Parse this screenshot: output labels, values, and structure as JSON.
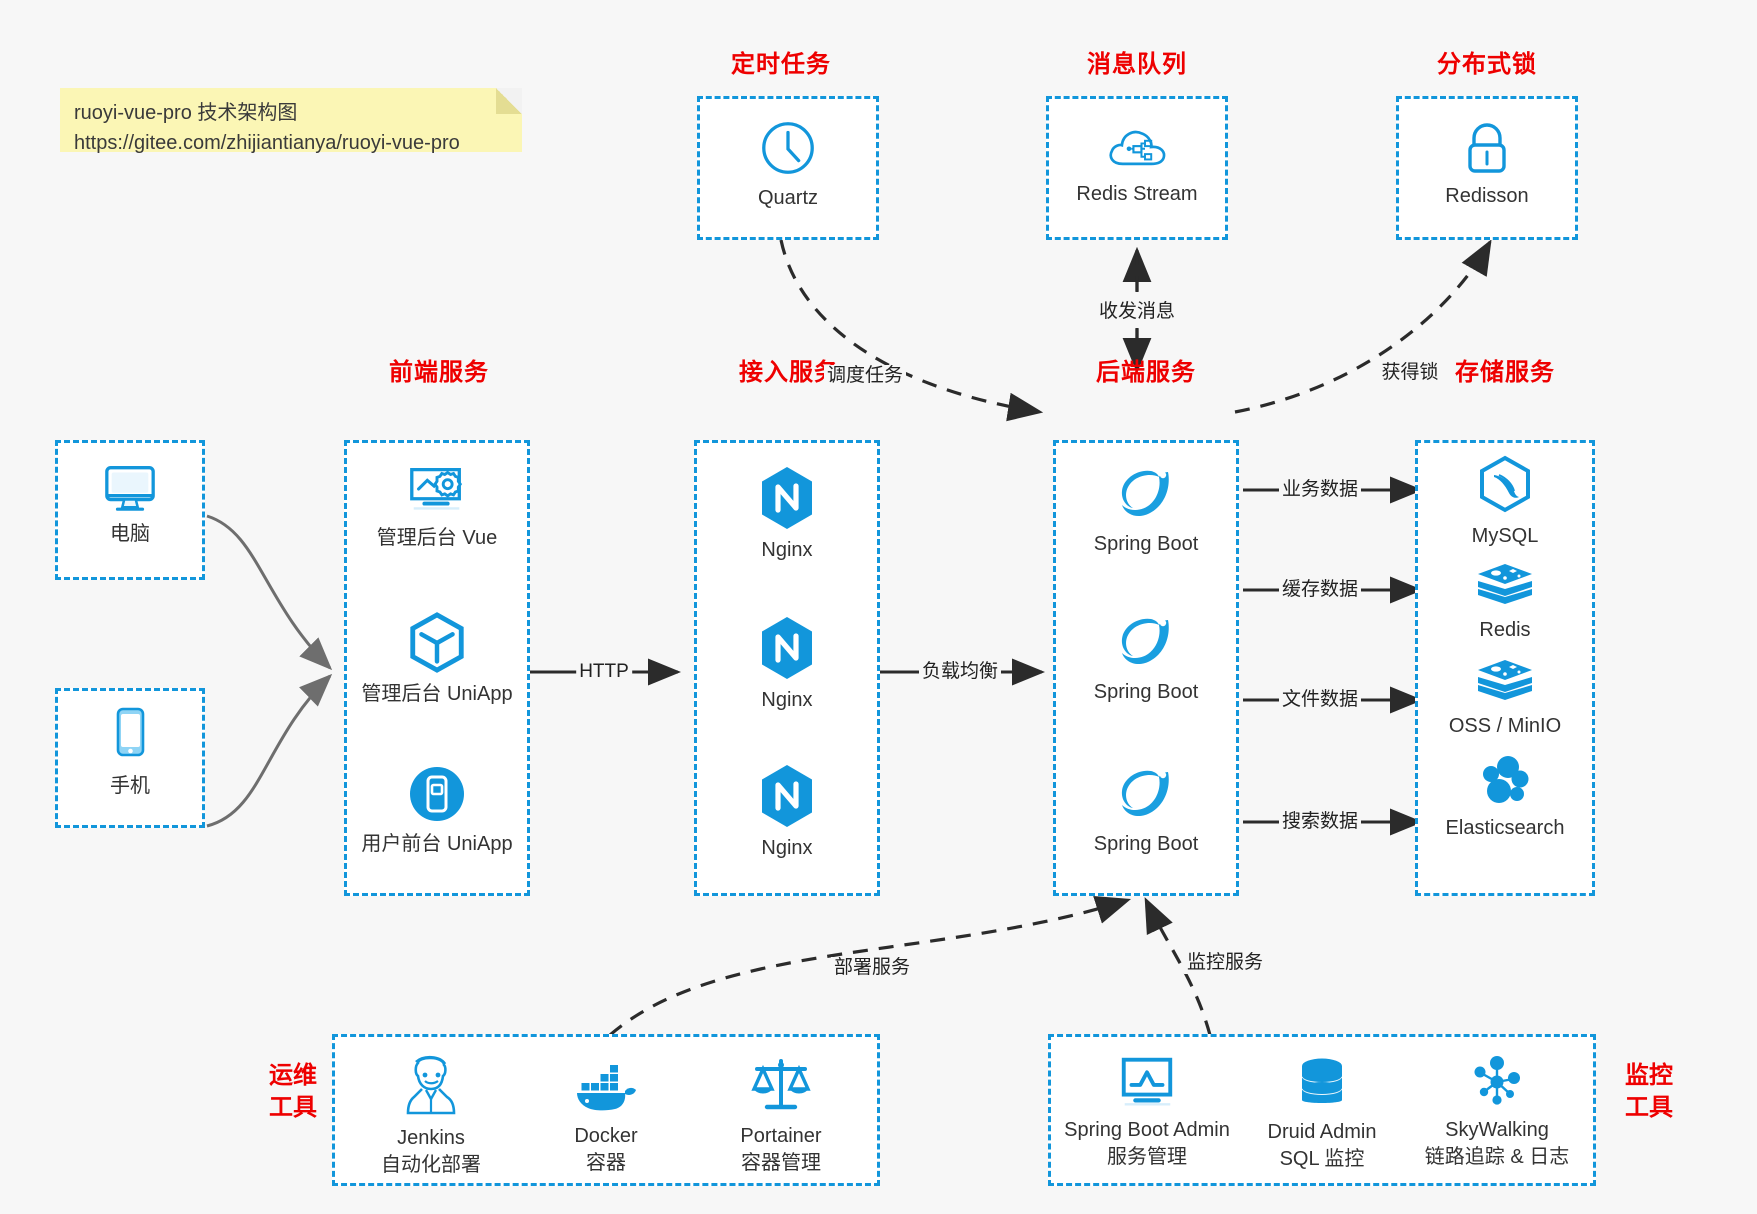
{
  "note": {
    "line1": "ruoyi-vue-pro 技术架构图",
    "line2": "https://gitee.com/zhijiantianya/ruoyi-vue-pro"
  },
  "groups": {
    "scheduler": "定时任务",
    "mq": "消息队列",
    "lock": "分布式锁",
    "frontend": "前端服务",
    "gateway": "接入服务",
    "backend": "后端服务",
    "storage": "存储服务",
    "devops_line1": "运维",
    "devops_line2": "工具",
    "monitor_line1": "监控",
    "monitor_line2": "工具"
  },
  "clients": [
    {
      "label": "电脑",
      "icon": "monitor-icon"
    },
    {
      "label": "手机",
      "icon": "phone-icon"
    }
  ],
  "scheduler_nodes": [
    {
      "label": "Quartz",
      "icon": "clock-icon"
    }
  ],
  "mq_nodes": [
    {
      "label": "Redis Stream",
      "icon": "cloud-network-icon"
    }
  ],
  "lock_nodes": [
    {
      "label": "Redisson",
      "icon": "lock-icon"
    }
  ],
  "frontend_nodes": [
    {
      "label": "管理后台 Vue",
      "icon": "dashboard-gear-icon"
    },
    {
      "label": "管理后台 UniApp",
      "icon": "cube-icon"
    },
    {
      "label": "用户前台 UniApp",
      "icon": "mobile-app-icon"
    }
  ],
  "gateway_nodes": [
    {
      "label": "Nginx",
      "icon": "nginx-icon"
    },
    {
      "label": "Nginx",
      "icon": "nginx-icon"
    },
    {
      "label": "Nginx",
      "icon": "nginx-icon"
    }
  ],
  "backend_nodes": [
    {
      "label": "Spring Boot",
      "icon": "spring-leaf-icon"
    },
    {
      "label": "Spring Boot",
      "icon": "spring-leaf-icon"
    },
    {
      "label": "Spring Boot",
      "icon": "spring-leaf-icon"
    }
  ],
  "storage_nodes": [
    {
      "label": "MySQL",
      "icon": "mysql-dolphin-icon"
    },
    {
      "label": "Redis",
      "icon": "redis-stack-icon"
    },
    {
      "label": "OSS / MinIO",
      "icon": "redis-stack-icon"
    },
    {
      "label": "Elasticsearch",
      "icon": "elasticsearch-icon"
    }
  ],
  "devops_nodes": [
    {
      "name": "Jenkins",
      "desc": "自动化部署",
      "icon": "jenkins-butler-icon"
    },
    {
      "name": "Docker",
      "desc": "容器",
      "icon": "docker-whale-icon"
    },
    {
      "name": "Portainer",
      "desc": "容器管理",
      "icon": "scales-icon"
    }
  ],
  "monitor_nodes": [
    {
      "name": "Spring Boot Admin",
      "desc": "服务管理",
      "icon": "monitor-chart-icon"
    },
    {
      "name": "Druid Admin",
      "desc": "SQL 监控",
      "icon": "database-icon"
    },
    {
      "name": "SkyWalking",
      "desc": "链路追踪 & 日志",
      "icon": "skywalking-node-icon"
    }
  ],
  "edges": [
    {
      "id": "http",
      "label": "HTTP"
    },
    {
      "id": "loadbalance",
      "label": "负载均衡"
    },
    {
      "id": "schedule-task",
      "label": "调度任务"
    },
    {
      "id": "send-receive-message",
      "label": "收发消息"
    },
    {
      "id": "acquire-lock",
      "label": "获得锁"
    },
    {
      "id": "business-data",
      "label": "业务数据"
    },
    {
      "id": "cache-data",
      "label": "缓存数据"
    },
    {
      "id": "file-data",
      "label": "文件数据"
    },
    {
      "id": "search-data",
      "label": "搜索数据"
    },
    {
      "id": "deploy-service",
      "label": "部署服务"
    },
    {
      "id": "monitor-service",
      "label": "监控服务"
    }
  ],
  "colors": {
    "brand_blue": "#1296db",
    "accent_red": "#ee0000",
    "note_yellow": "#fbf6b5",
    "background": "#f7f7f7",
    "edge_gray": "#595959"
  }
}
